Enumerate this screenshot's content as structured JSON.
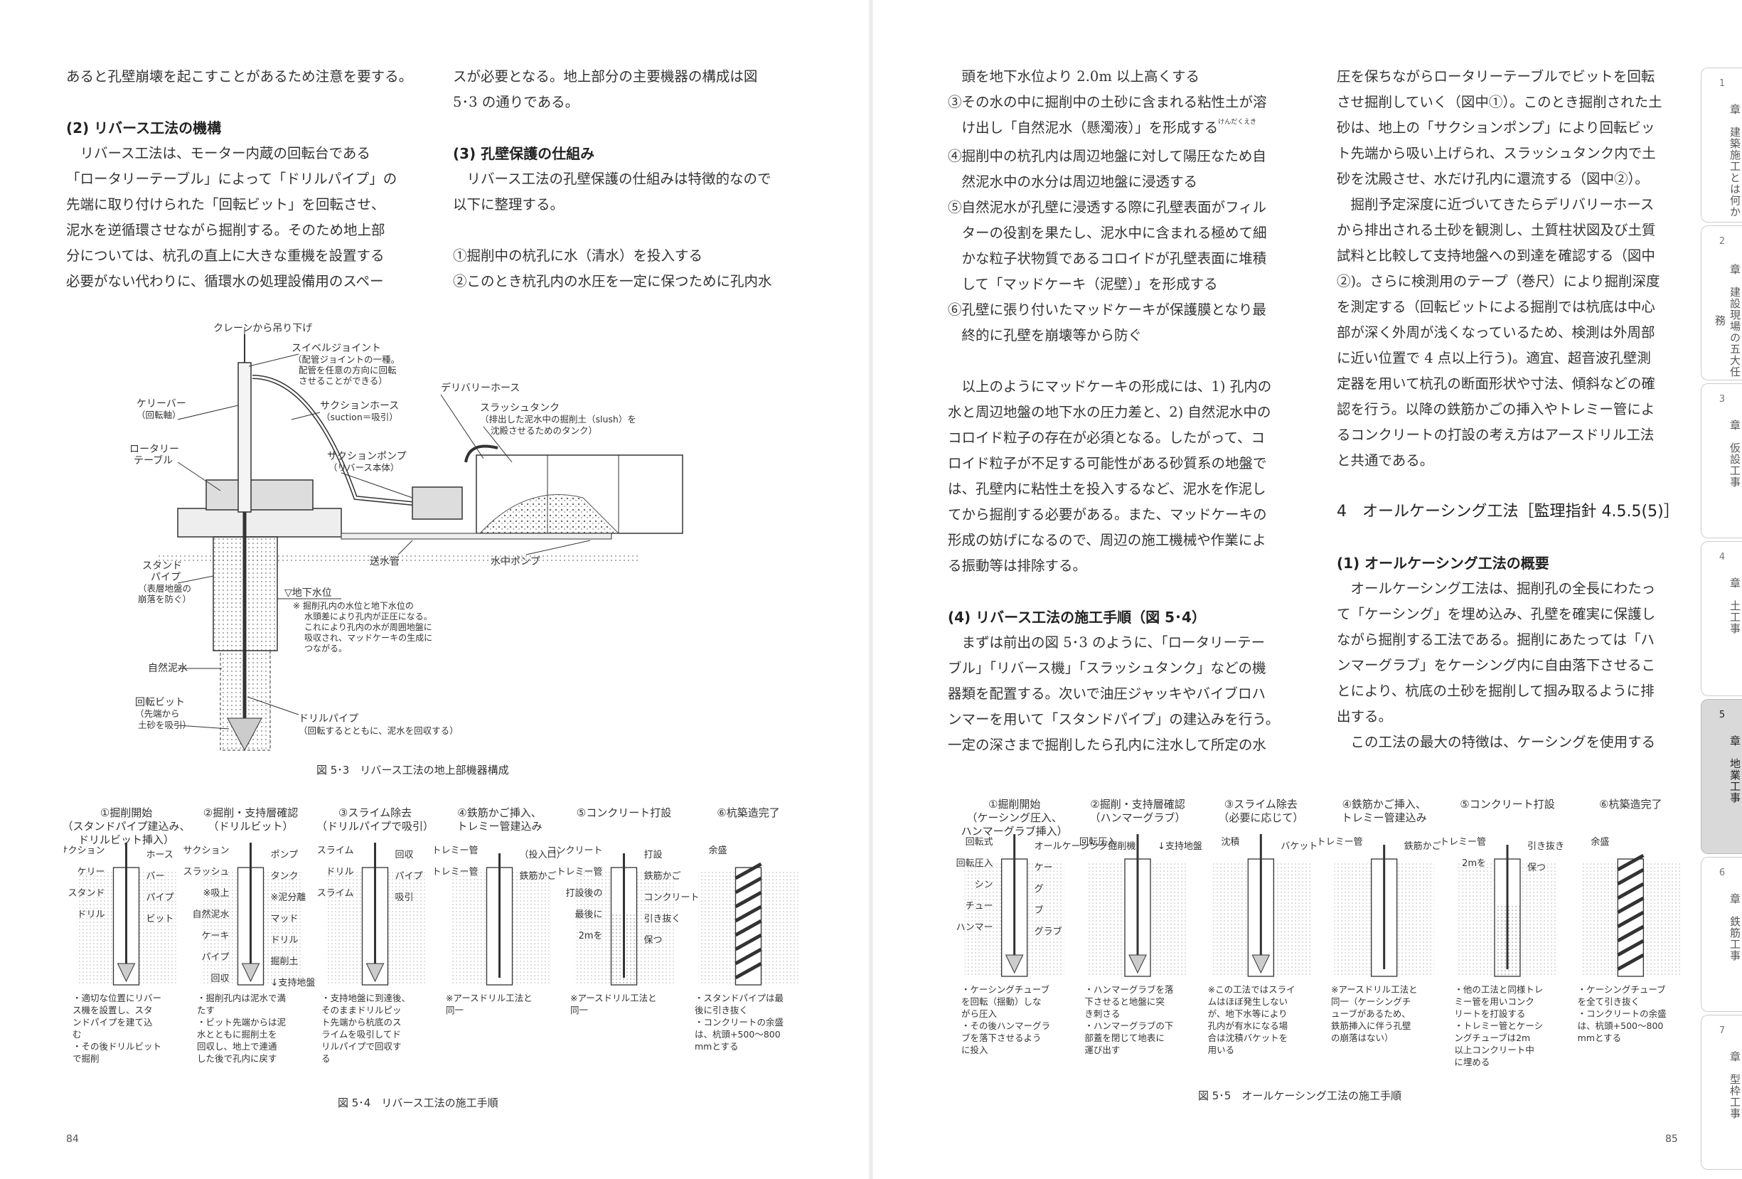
{
  "left_page": {
    "page_number": "84",
    "col1": [
      {
        "type": "p",
        "text": "あると孔壁崩壊を起こすことがあるため注意を要する。"
      },
      {
        "type": "space"
      },
      {
        "type": "h",
        "text": "(2)  リバース工法の機構"
      },
      {
        "type": "p",
        "ind": true,
        "text": "リバース工法は、モーター内蔵の回転台である"
      },
      {
        "type": "p",
        "text": "「ロータリーテーブル」によって「ドリルパイプ」の"
      },
      {
        "type": "p",
        "text": "先端に取り付けられた「回転ビット」を回転させ、"
      },
      {
        "type": "p",
        "text": "泥水を逆循環させながら掘削する。そのため地上部"
      },
      {
        "type": "p",
        "text": "分については、杭孔の直上に大きな重機を設置する"
      },
      {
        "type": "p",
        "text": "必要がない代わりに、循環水の処理設備用のスペー"
      }
    ],
    "col2": [
      {
        "type": "p",
        "text": "スが必要となる。地上部分の主要機器の構成は図"
      },
      {
        "type": "p",
        "text": "5･3 の通りである。"
      },
      {
        "type": "space"
      },
      {
        "type": "h",
        "text": "(3)  孔壁保護の仕組み"
      },
      {
        "type": "p",
        "ind": true,
        "text": "リバース工法の孔壁保護の仕組みは特徴的なので"
      },
      {
        "type": "p",
        "text": "以下に整理する。"
      },
      {
        "type": "space"
      },
      {
        "type": "p",
        "text": "①掘削中の杭孔に水（清水）を投入する"
      },
      {
        "type": "p",
        "text": "②このとき杭孔内の水圧を一定に保つために孔内水"
      }
    ],
    "fig53": {
      "caption": "図 5･3　リバース工法の地上部機器構成",
      "labels": {
        "crane": "クレーンから吊り下げ",
        "swivel": "スイベルジョイント",
        "swivel_n1": "（配管ジョイントの一種。",
        "swivel_n2": "配管を任意の方向に回転",
        "swivel_n3": "させることができる）",
        "kelly": "ケリーバー",
        "kelly_n": "（回転軸）",
        "suction_hose": "サクションホース",
        "suction_hose_n": "（suction＝吸引）",
        "rotary1": "ロータリー",
        "rotary2": "テーブル",
        "suction_pump": "サクションポンプ",
        "suction_pump_n": "（リバース本体）",
        "delivery": "デリバリーホース",
        "slush": "スラッシュタンク",
        "slush_n1": "（排出した泥水中の掘削土（slush）を",
        "slush_n2": "沈殿させるためのタンク）",
        "feed": "送水管",
        "sub_pump": "水中ポンプ",
        "stand1": "スタンド",
        "stand2": "パイプ",
        "stand_n1": "（表層地盤の",
        "stand_n2": "崩落を防ぐ）",
        "gw": "▽地下水位",
        "gw_n1": "※ 掘削孔内の水位と地下水位の",
        "gw_n2": "水頭差により孔内が正圧になる。",
        "gw_n3": "これにより孔内の水が周囲地盤に",
        "gw_n4": "吸収され、マッドケーキの生成に",
        "gw_n5": "つながる。",
        "mud": "自然泥水",
        "bit": "回転ビット",
        "bit_n1": "（先端から",
        "bit_n2": "土砂を吸引）",
        "drill": "ドリルパイプ",
        "drill_n": "（回転するとともに、泥水を回収する）"
      }
    },
    "fig54": {
      "caption": "図 5･4　リバース工法の施工手順",
      "steps": [
        {
          "title": [
            "①掘削開始",
            "（スタンドパイプ建込み、",
            "ドリルビット挿入）"
          ],
          "labels": [
            "サクション",
            "ホース",
            "ケリー",
            "バー",
            "スタンド",
            "パイプ",
            "ドリル",
            "ビット"
          ],
          "notes": [
            "・適切な位置にリバー",
            "ス機を設置し、スタ",
            "ンドパイプを建て込",
            "む",
            "・その後ドリルビット",
            "で掘削"
          ]
        },
        {
          "title": [
            "②掘削・支持層確認",
            "（ドリルビット）"
          ],
          "labels": [
            "サクション",
            "ポンプ",
            "スラッシュ",
            "タンク",
            "※吸上",
            "※泥分離",
            "自然泥水",
            "マッド",
            "ケーキ",
            "ドリル",
            "パイプ",
            "掘削土",
            "回収",
            "↓支持地盤"
          ],
          "notes": [
            "・掘削孔内は泥水で満",
            "たす",
            "・ビット先端からは泥",
            "水とともに掘削土を",
            "回収し、地上で連通",
            "した後で孔内に戻す"
          ]
        },
        {
          "title": [
            "③スライム除去",
            "（ドリルパイプで吸引）"
          ],
          "labels": [
            "スライム",
            "回収",
            "ドリル",
            "パイプ",
            "スライム",
            "吸引"
          ],
          "notes": [
            "・支持地盤に到達後、",
            "そのままドリルピッ",
            "ト先端から杭底のス",
            "ライムを吸引してド",
            "リルパイプで回収す",
            "る"
          ]
        },
        {
          "title": [
            "④鉄筋かご挿入、",
            "トレミー管建込み"
          ],
          "labels": [
            "トレミー管",
            "（投入口）",
            "トレミー管",
            "鉄筋かご"
          ],
          "notes": [
            "※アースドリル工法と",
            "同一"
          ]
        },
        {
          "title": [
            "⑤コンクリート打設"
          ],
          "labels": [
            "コンクリート",
            "打設",
            "トレミー管",
            "鉄筋かご",
            "打設後の",
            "コンクリート",
            "最後に",
            "引き抜く",
            "2mを",
            "保つ"
          ],
          "notes": [
            "※アースドリル工法と",
            "同一"
          ]
        },
        {
          "title": [
            "⑥杭築造完了"
          ],
          "labels": [
            "余盛"
          ],
          "notes": [
            "・スタンドパイプは最",
            "後に引き抜く",
            "・コンクリートの余盛",
            "は、杭頭+500〜800",
            "mmとする"
          ]
        }
      ]
    }
  },
  "right_page": {
    "page_number": "85",
    "col1": [
      {
        "type": "p",
        "text": "　頭を地下水位より 2.0m 以上高くする"
      },
      {
        "type": "p",
        "text": "③その水の中に掘削中の土砂に含まれる粘性土が溶"
      },
      {
        "type": "p",
        "text": "　け出し「自然泥水（懸濁液）」を形成する",
        "ruby": "けんだくえき"
      },
      {
        "type": "p",
        "text": "④掘削中の杭孔内は周辺地盤に対して陽圧なため自"
      },
      {
        "type": "p",
        "text": "　然泥水中の水分は周辺地盤に浸透する"
      },
      {
        "type": "p",
        "text": "⑤自然泥水が孔壁に浸透する際に孔壁表面がフィル"
      },
      {
        "type": "p",
        "text": "　ターの役割を果たし、泥水中に含まれる極めて細"
      },
      {
        "type": "p",
        "text": "　かな粒子状物質であるコロイドが孔壁表面に堆積"
      },
      {
        "type": "p",
        "text": "　して「マッドケーキ（泥壁）」を形成する"
      },
      {
        "type": "p",
        "text": "⑥孔壁に張り付いたマッドケーキが保護膜となり最"
      },
      {
        "type": "p",
        "text": "　終的に孔壁を崩壊等から防ぐ"
      },
      {
        "type": "space"
      },
      {
        "type": "p",
        "ind": true,
        "text": "以上のようにマッドケーキの形成には、1) 孔内の"
      },
      {
        "type": "p",
        "text": "水と周辺地盤の地下水の圧力差と、2) 自然泥水中の"
      },
      {
        "type": "p",
        "text": "コロイド粒子の存在が必須となる。したがって、コ"
      },
      {
        "type": "p",
        "text": "ロイド粒子が不足する可能性がある砂質系の地盤で"
      },
      {
        "type": "p",
        "text": "は、孔壁内に粘性土を投入するなど、泥水を作泥し"
      },
      {
        "type": "p",
        "text": "てから掘削する必要がある。また、マッドケーキの"
      },
      {
        "type": "p",
        "text": "形成の妨げになるので、周辺の施工機械や作業によ"
      },
      {
        "type": "p",
        "text": "る振動等は排除する。"
      },
      {
        "type": "space"
      },
      {
        "type": "h",
        "text": "(4)  リバース工法の施工手順（図 5･4）"
      },
      {
        "type": "p",
        "ind": true,
        "text": "まずは前出の図 5･3 のように、「ロータリーテー"
      },
      {
        "type": "p",
        "text": "ブル」「リバース機」「スラッシュタンク」などの機"
      },
      {
        "type": "p",
        "text": "器類を配置する。次いで油圧ジャッキやバイブロハ"
      },
      {
        "type": "p",
        "text": "ンマーを用いて「スタンドパイプ」の建込みを行う。"
      },
      {
        "type": "p",
        "text": "一定の深さまで掘削したら孔内に注水して所定の水"
      }
    ],
    "col2": [
      {
        "type": "p",
        "text": "圧を保ちながらロータリーテーブルでビットを回転"
      },
      {
        "type": "p",
        "text": "させ掘削していく（図中①）。このとき掘削された土"
      },
      {
        "type": "p",
        "text": "砂は、地上の「サクションポンプ」により回転ビッ"
      },
      {
        "type": "p",
        "text": "ト先端から吸い上げられ、スラッシュタンク内で土"
      },
      {
        "type": "p",
        "text": "砂を沈殿させ、水だけ孔内に還流する（図中②）。"
      },
      {
        "type": "p",
        "ind": true,
        "text": "掘削予定深度に近づいてきたらデリバリーホース"
      },
      {
        "type": "p",
        "text": "から排出される土砂を観測し、土質柱状図及び土質"
      },
      {
        "type": "p",
        "text": "試料と比較して支持地盤への到達を確認する（図中"
      },
      {
        "type": "p",
        "text": "②)。さらに検測用のテープ（巻尺）により掘削深度"
      },
      {
        "type": "p",
        "text": "を測定する（回転ビットによる掘削では杭底は中心"
      },
      {
        "type": "p",
        "text": "部が深く外周が浅くなっているため、検測は外周部"
      },
      {
        "type": "p",
        "text": "に近い位置で 4 点以上行う)。適宜、超音波孔壁測"
      },
      {
        "type": "p",
        "text": "定器を用いて杭孔の断面形状や寸法、傾斜などの確"
      },
      {
        "type": "p",
        "text": "認を行う。以降の鉄筋かごの挿入やトレミー管によ"
      },
      {
        "type": "p",
        "text": "るコンクリートの打設の考え方はアースドリル工法"
      },
      {
        "type": "p",
        "text": "と共通である。"
      },
      {
        "type": "space"
      },
      {
        "type": "h2",
        "text": "4　オールケーシング工法［監理指針 4.5.5(5)］"
      },
      {
        "type": "space"
      },
      {
        "type": "h",
        "text": "(1)  オールケーシング工法の概要"
      },
      {
        "type": "p",
        "ind": true,
        "text": "オールケーシング工法は、掘削孔の全長にわたっ"
      },
      {
        "type": "p",
        "text": "て「ケーシング」を埋め込み、孔壁を確実に保護し"
      },
      {
        "type": "p",
        "text": "ながら掘削する工法である。掘削にあたっては「ハ"
      },
      {
        "type": "p",
        "text": "ンマーグラブ」をケーシング内に自由落下させるこ"
      },
      {
        "type": "p",
        "text": "とにより、杭底の土砂を掘削して掴み取るように排"
      },
      {
        "type": "p",
        "text": "出する。"
      },
      {
        "type": "p",
        "ind": true,
        "text": "この工法の最大の特徴は、ケーシングを使用する"
      }
    ],
    "fig55": {
      "caption": "図 5･5　オールケーシング工法の施工手順",
      "steps": [
        {
          "title": [
            "①掘削開始",
            "（ケーシング圧入、",
            "ハンマーグラブ挿入）"
          ],
          "labels": [
            "回転式",
            "オールケーシング掘削機",
            "回転圧入",
            "ケー",
            "シン",
            "グ",
            "チュー",
            "ブ",
            "ハンマー",
            "グラブ"
          ],
          "notes": [
            "・ケーシングチューブ",
            "を回転（揺動）しな",
            "がら圧入",
            "・その後ハンマーグラ",
            "ブを落下させるよう",
            "に投入"
          ]
        },
        {
          "title": [
            "②掘削・支持層確認",
            "（ハンマーグラブ）"
          ],
          "labels": [
            "回転圧入",
            "↓支持地盤"
          ],
          "notes": [
            "・ハンマーグラブを落",
            "下させると地盤に突",
            "き刺さる",
            "・ハンマーグラブの下",
            "部蓋を閉じて地表に",
            "運び出す"
          ]
        },
        {
          "title": [
            "③スライム除去",
            "（必要に応じて）"
          ],
          "labels": [
            "沈積",
            "バケット"
          ],
          "notes": [
            "※この工法ではスライ",
            "ムはほぼ発生しない",
            "が、地下水等により",
            "孔内が有水になる場",
            "合は沈積バケットを",
            "用いる"
          ]
        },
        {
          "title": [
            "④鉄筋かご挿入、",
            "トレミー管建込み"
          ],
          "labels": [
            "トレミー管",
            "鉄筋かご"
          ],
          "notes": [
            "※アースドリル工法と",
            "同一（ケーシングチ",
            "ューブがあるため、",
            "鉄筋挿入に伴う孔壁",
            "の崩落はない）"
          ]
        },
        {
          "title": [
            "⑤コンクリート打設"
          ],
          "labels": [
            "トレミー管",
            "引き抜き",
            "2mを",
            "保つ"
          ],
          "notes": [
            "・他の工法と同様トレ",
            "ミー管を用いコンク",
            "リートを打設する",
            "・トレミー管とケーシ",
            "ングチューブは2m",
            "以上コンクリート中",
            "に埋める"
          ]
        },
        {
          "title": [
            "⑥杭築造完了"
          ],
          "labels": [
            "余盛"
          ],
          "notes": [
            "・ケーシングチューブ",
            "を全て引き抜く",
            "・コンクリートの余盛",
            "は、杭頭+500〜800",
            "mmとする"
          ]
        }
      ]
    },
    "tabs": [
      {
        "num": "1",
        "label": "章　建築施工とは何か"
      },
      {
        "num": "2",
        "label": "章　建設現場の五大任務"
      },
      {
        "num": "3",
        "label": "章　仮設工事"
      },
      {
        "num": "4",
        "label": "章　土工事"
      },
      {
        "num": "5",
        "label": "章　地業工事",
        "active": true
      },
      {
        "num": "6",
        "label": "章　鉄筋工事"
      },
      {
        "num": "7",
        "label": "章　型枠工事"
      }
    ]
  }
}
